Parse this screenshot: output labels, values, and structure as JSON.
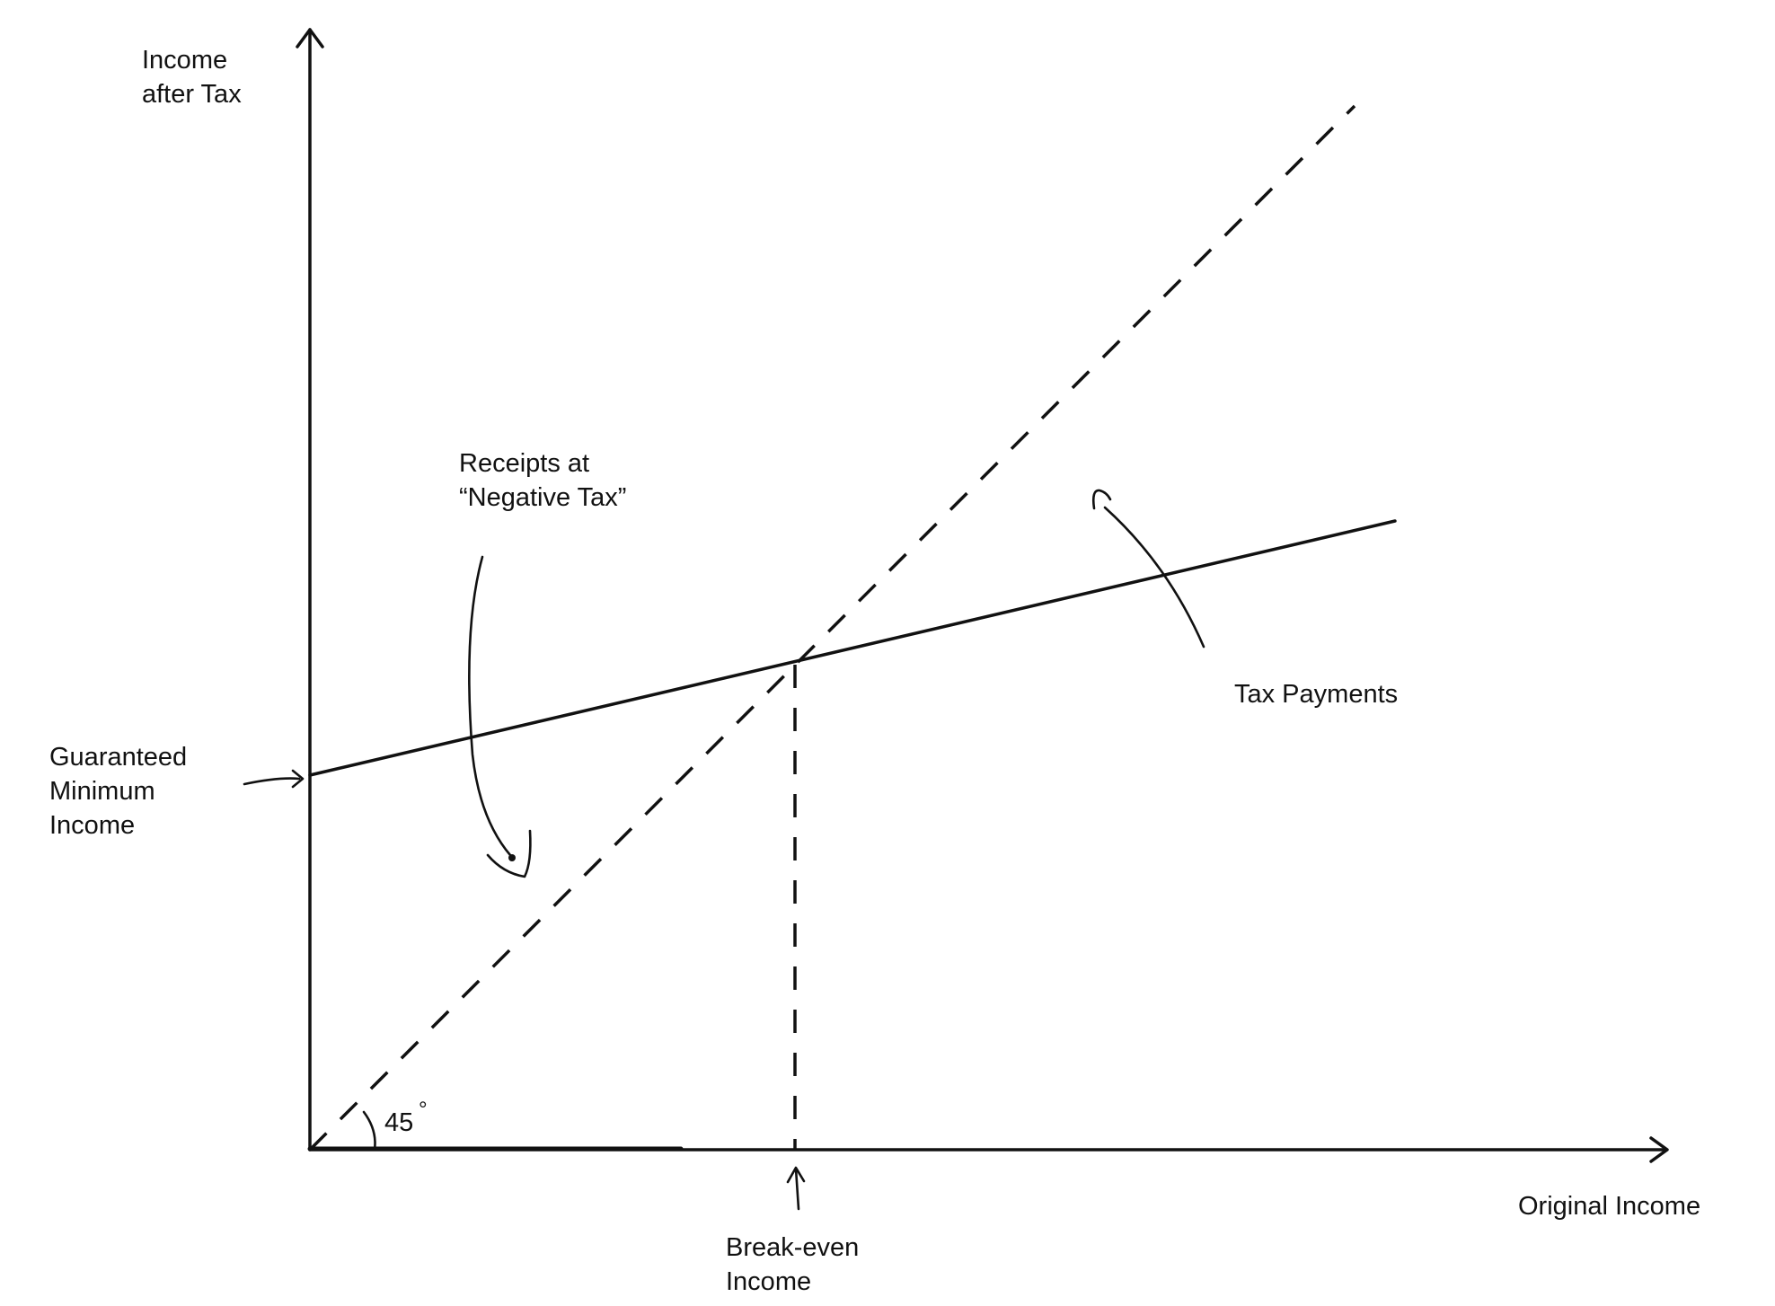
{
  "labels": {
    "y_axis": [
      "Income",
      "after Tax"
    ],
    "x_axis": "Original Income",
    "negative_tax": [
      "Receipts at",
      "“Negative Tax”"
    ],
    "tax_payments": "Tax Payments",
    "guaranteed_minimum": [
      "Guaranteed",
      "Minimum",
      "Income"
    ],
    "break_even": [
      "Break-even",
      "Income"
    ],
    "angle": "45",
    "degree_symbol": "°"
  },
  "icons": {
    "axis_arrowheads": "chevron-arrow-icon",
    "pointer_arrows": "hand-drawn-arrow-icon"
  }
}
